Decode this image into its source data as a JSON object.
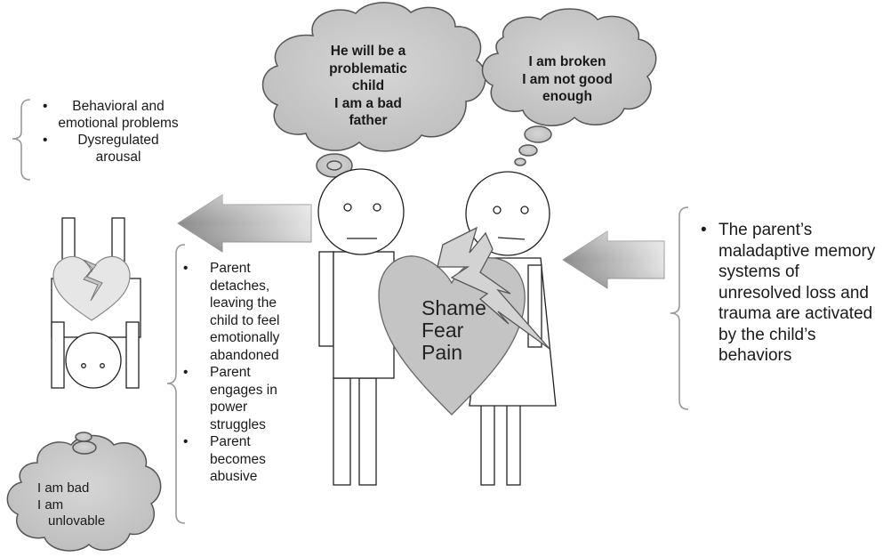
{
  "thoughts": {
    "father": [
      "He will be a",
      "problematic",
      "child",
      "I am a bad",
      "father"
    ],
    "mother": [
      "I am broken",
      "I am not good",
      "enough"
    ],
    "child": [
      "I am bad",
      "I am",
      "unlovable"
    ]
  },
  "child_outcomes": [
    "Behavioral and emotional problems",
    "Dysregulated arousal"
  ],
  "parent_responses": [
    "Parent detaches, leaving the child to feel emotionally abandoned",
    "Parent engages in power struggles",
    "Parent becomes abusive"
  ],
  "activation": [
    "The parent’s maladaptive memory systems of unresolved loss and trauma are activated by the child’s behaviors"
  ],
  "heart_words": [
    "Shame",
    "Fear",
    "Pain"
  ],
  "colors": {
    "cloud_fill": "#c9c9c9",
    "heart_fill": "#c4c4c4",
    "arrow_fill": "#b5b5b5",
    "stroke": "#555555",
    "bracket": "#999999"
  },
  "icons": {
    "arrows": "block-arrow-left-icon",
    "heart": "broken-heart-icon",
    "bolt": "lightning-bolt-icon"
  }
}
